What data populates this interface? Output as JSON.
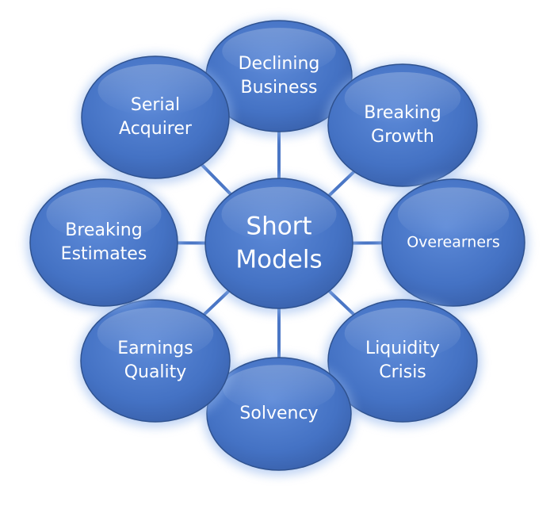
{
  "diagram": {
    "center": {
      "line1": "Short",
      "line2": "Models"
    },
    "nodes": [
      {
        "id": "declining-business",
        "lines": [
          "Declining",
          "Business"
        ]
      },
      {
        "id": "breaking-growth",
        "lines": [
          "Breaking",
          "Growth"
        ]
      },
      {
        "id": "overearners",
        "lines": [
          "Overearners"
        ]
      },
      {
        "id": "liquidity-crisis",
        "lines": [
          "Liquidity",
          "Crisis"
        ]
      },
      {
        "id": "solvency",
        "lines": [
          "Solvency"
        ]
      },
      {
        "id": "earnings-quality",
        "lines": [
          "Earnings",
          "Quality"
        ]
      },
      {
        "id": "breaking-estimates",
        "lines": [
          "Breaking",
          "Estimates"
        ]
      },
      {
        "id": "serial-acquirer",
        "lines": [
          "Serial",
          "Acquirer"
        ]
      }
    ],
    "colors": {
      "node_fill": "#4472c4",
      "node_fill_light": "#5b8ad6",
      "node_fill_dark": "#3a63b0",
      "node_stroke": "#2f528f",
      "glow": "#8fb3ec",
      "connector": "#4a76c5",
      "text": "#ffffff"
    }
  }
}
